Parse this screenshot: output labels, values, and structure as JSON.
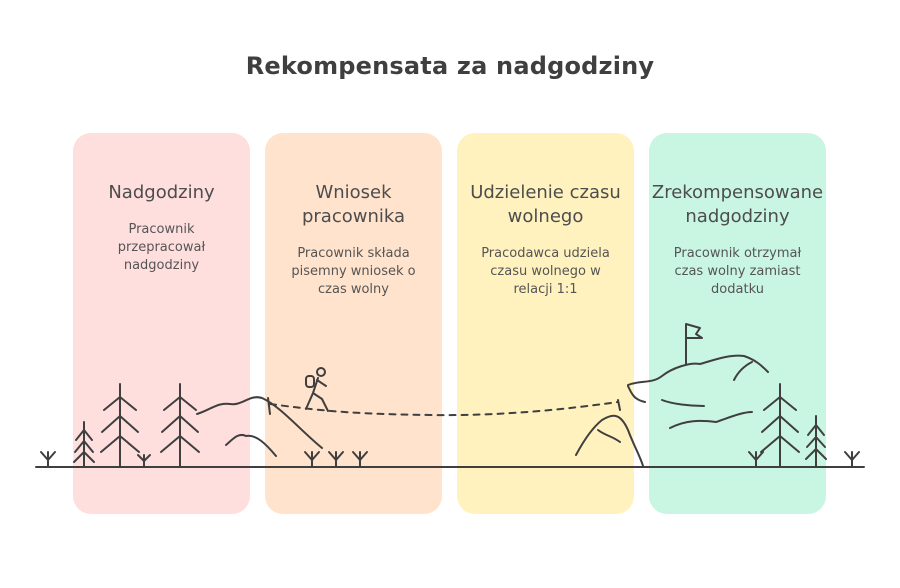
{
  "title": "Rekompensata za nadgodziny",
  "columns": [
    {
      "heading": "Nadgodziny",
      "description": "Pracownik\nprzepracował\nnadgodziny",
      "color": "#ffdede"
    },
    {
      "heading": "Wniosek\npracownika",
      "description": "Pracownik składa\npisemny wniosek o\nczas wolny",
      "color": "#ffe3cc"
    },
    {
      "heading": "Udzielenie czasu\nwolnego",
      "description": "Pracodawca udziela\nczasu wolnego w\nrelacji 1:1",
      "color": "#fff2bf"
    },
    {
      "heading": "Zrekompensowane\nnadgodziny",
      "description": "Pracownik otrzymał\nczas wolny zamiast\ndodatku",
      "color": "#c9f5e3"
    }
  ],
  "colors": {
    "line": "#3f3f3f"
  }
}
